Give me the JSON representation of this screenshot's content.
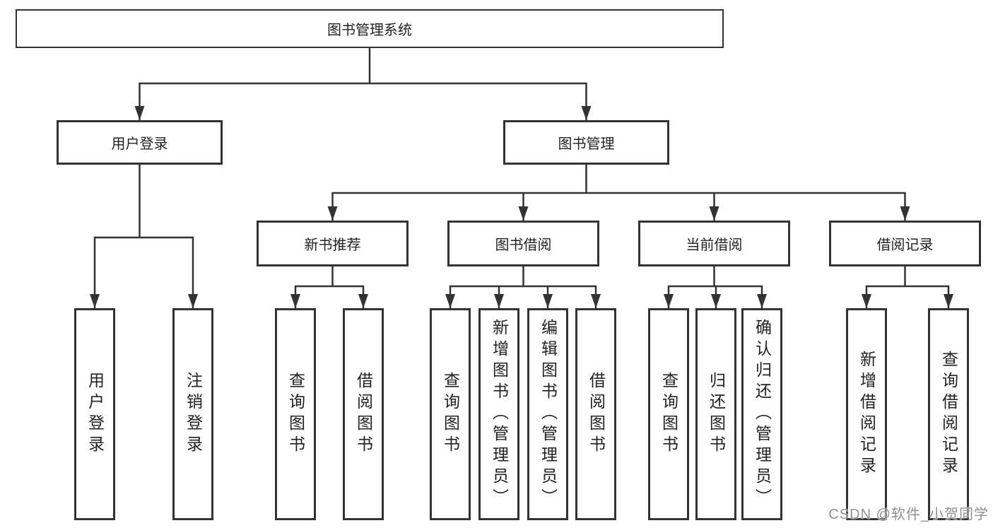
{
  "tree": {
    "root": {
      "label": "图书管理系统",
      "children": [
        {
          "label": "用户登录",
          "children": [
            {
              "label": "用户登录"
            },
            {
              "label": "注销登录"
            }
          ]
        },
        {
          "label": "图书管理",
          "children": [
            {
              "label": "新书推荐",
              "children": [
                {
                  "label": "查询图书"
                },
                {
                  "label": "借阅图书"
                }
              ]
            },
            {
              "label": "图书借阅",
              "children": [
                {
                  "label": "查询图书"
                },
                {
                  "label": "新增图书（管理员）"
                },
                {
                  "label": "编辑图书（管理员）"
                },
                {
                  "label": "借阅图书"
                }
              ]
            },
            {
              "label": "当前借阅",
              "children": [
                {
                  "label": "查询图书"
                },
                {
                  "label": "归还图书"
                },
                {
                  "label": "确认归还（管理员）"
                }
              ]
            },
            {
              "label": "借阅记录",
              "children": [
                {
                  "label": "新增借阅记录"
                },
                {
                  "label": "查询借阅记录"
                }
              ]
            }
          ]
        }
      ]
    }
  },
  "watermark": {
    "text": "CSDN @软件_小贺同学"
  },
  "colors": {
    "line": "#333333",
    "border": "#333333",
    "text": "#222222",
    "background": "#ffffff",
    "watermark": "#8f8f8f"
  }
}
